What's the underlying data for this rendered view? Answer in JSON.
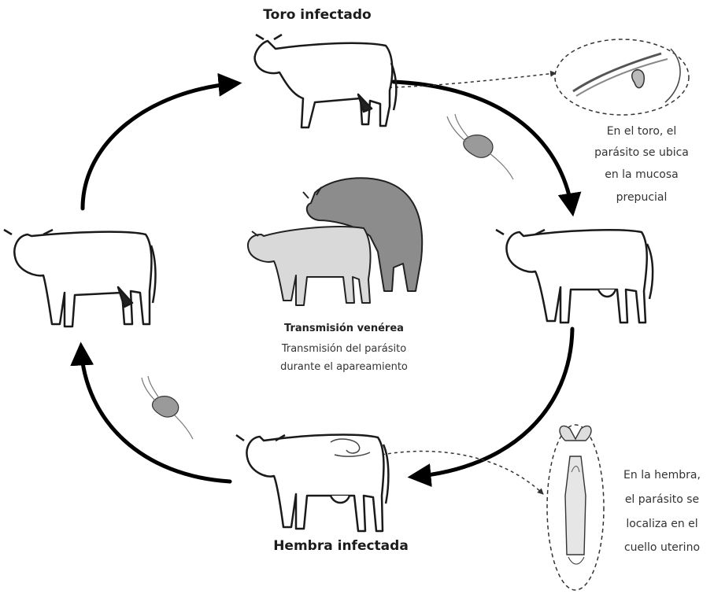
{
  "labels": {
    "toro_infectado": "Toro infectado",
    "hembra_infectada": "Hembra infectada",
    "transmision_title": "Transmisión venérea",
    "transmision_desc_1": "Transmisión del parásito",
    "transmision_desc_2": "durante el apareamiento"
  },
  "callout_toro": {
    "line1": "En el toro, el",
    "line2": "parásito se ubica",
    "line3": "en la mucosa",
    "line4": "prepucial"
  },
  "callout_hembra": {
    "line1": "En la hembra,",
    "line2": "el parásito se",
    "line3": "localiza en el",
    "line4": "cuello uterino"
  },
  "colors": {
    "arrow": "#000000",
    "outline": "#1a1a1a",
    "bull_fill": "#8c8c8c",
    "cow_center_fill": "#d9d9d9",
    "parasite_fill": "#9a9a9a"
  }
}
